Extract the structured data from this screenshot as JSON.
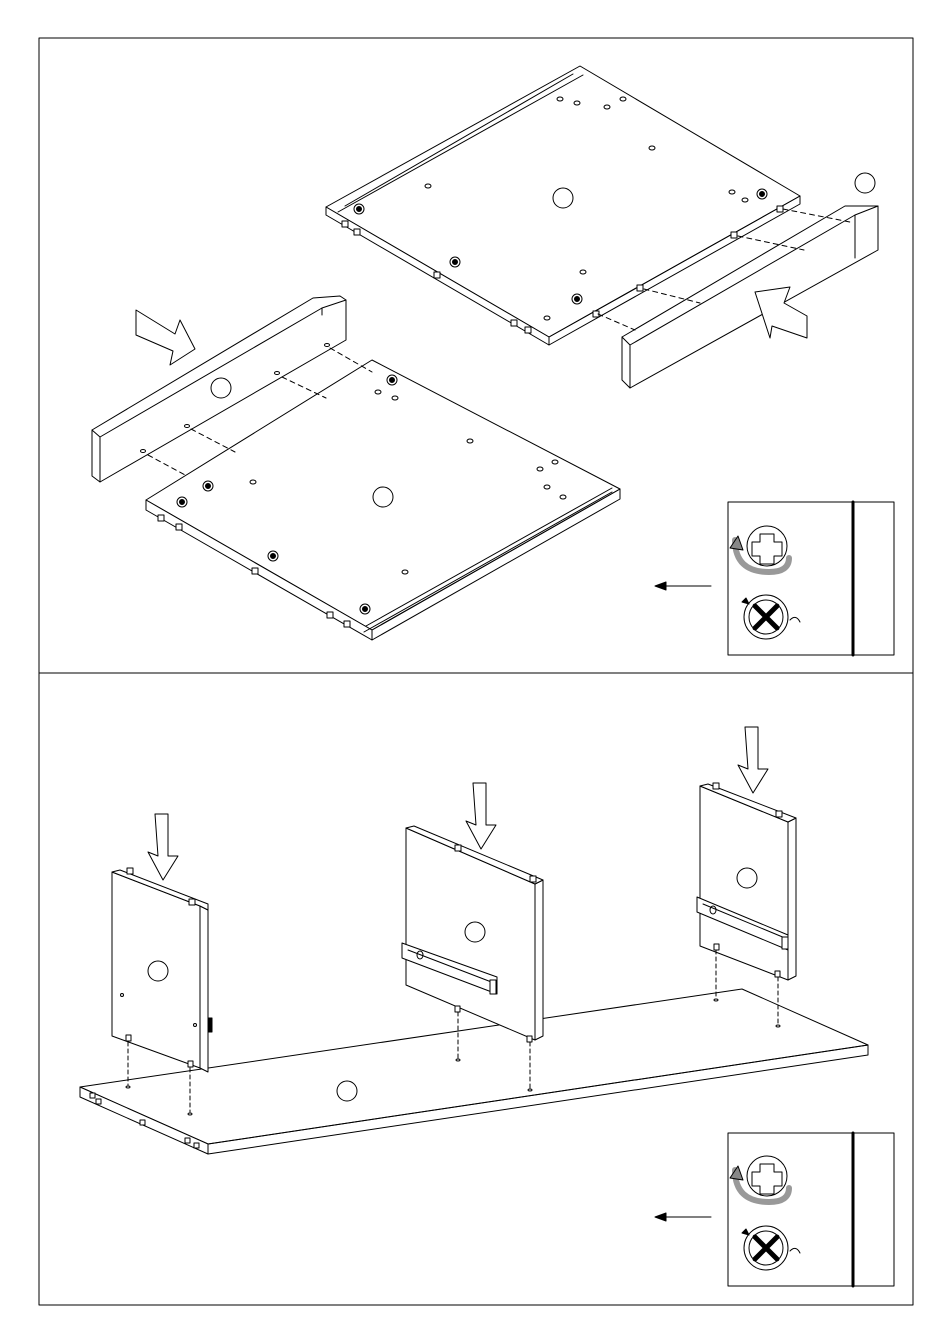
{
  "figure": {
    "type": "assembly-instructions",
    "line_color": "#000000",
    "background": "#ffffff",
    "part_marker_label": "",
    "steps": [
      {
        "name": "step-1",
        "description_text": "",
        "icons": [
          "screwdriver-tighten-icon",
          "cam-lock-turn-icon"
        ]
      },
      {
        "name": "step-2",
        "description_text": "",
        "icons": [
          "screwdriver-tighten-icon",
          "cam-lock-turn-icon"
        ]
      }
    ]
  }
}
